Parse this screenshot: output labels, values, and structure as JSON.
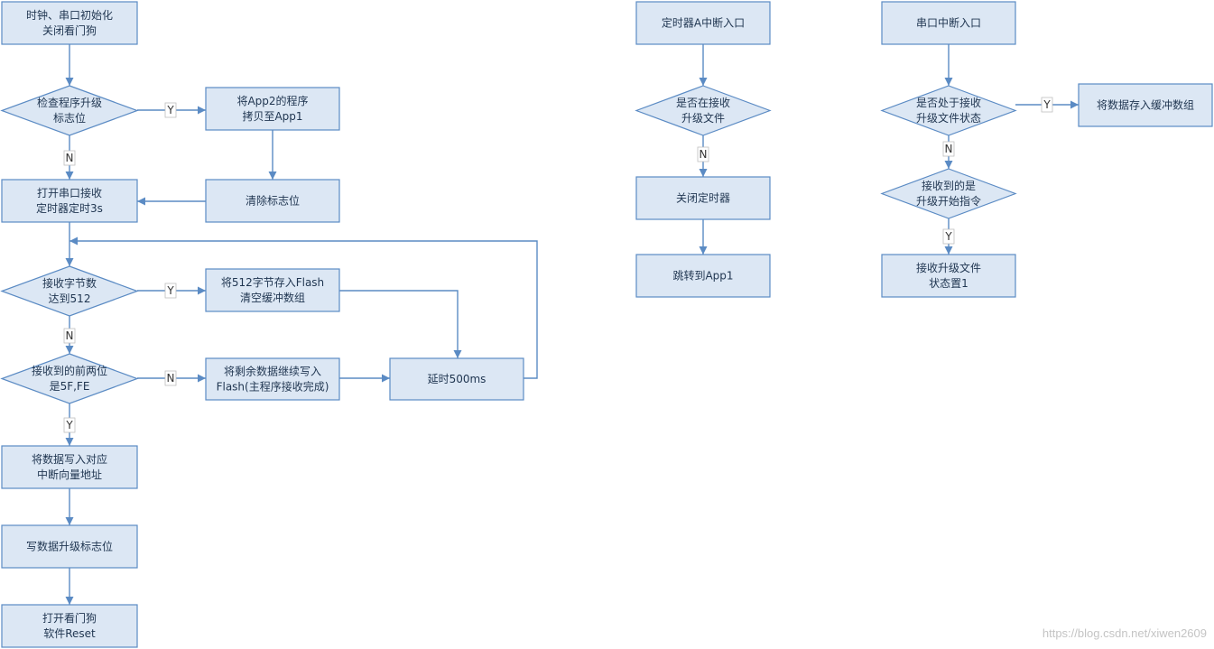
{
  "nodes": [
    {
      "id": "n1",
      "shape": "rect",
      "lines": [
        "时钟、串口初始化",
        "关闭看门狗"
      ]
    },
    {
      "id": "n2",
      "shape": "diamond",
      "lines": [
        "检查程序升级",
        "标志位"
      ]
    },
    {
      "id": "n3",
      "shape": "rect",
      "lines": [
        "将App2的程序",
        "拷贝至App1"
      ]
    },
    {
      "id": "n4",
      "shape": "rect",
      "lines": [
        "清除标志位"
      ]
    },
    {
      "id": "n5",
      "shape": "rect",
      "lines": [
        "打开串口接收",
        "定时器定时3s"
      ]
    },
    {
      "id": "n6",
      "shape": "diamond",
      "lines": [
        "接收字节数",
        "达到512"
      ]
    },
    {
      "id": "n7",
      "shape": "rect",
      "lines": [
        "将512字节存入Flash",
        "清空缓冲数组"
      ]
    },
    {
      "id": "n8",
      "shape": "diamond",
      "lines": [
        "接收到的前两位",
        "是5F,FE"
      ]
    },
    {
      "id": "n9",
      "shape": "rect",
      "lines": [
        "将剩余数据继续写入",
        "Flash(主程序接收完成)"
      ]
    },
    {
      "id": "n10",
      "shape": "rect",
      "lines": [
        "延时500ms"
      ]
    },
    {
      "id": "n11",
      "shape": "rect",
      "lines": [
        "将数据写入对应",
        "中断向量地址"
      ]
    },
    {
      "id": "n12",
      "shape": "rect",
      "lines": [
        "写数据升级标志位"
      ]
    },
    {
      "id": "n13",
      "shape": "rect",
      "lines": [
        "打开看门狗",
        "软件Reset"
      ]
    },
    {
      "id": "t1",
      "shape": "rect",
      "lines": [
        "定时器A中断入口"
      ]
    },
    {
      "id": "t2",
      "shape": "diamond",
      "lines": [
        "是否在接收",
        "升级文件"
      ]
    },
    {
      "id": "t3",
      "shape": "rect",
      "lines": [
        "关闭定时器"
      ]
    },
    {
      "id": "t4",
      "shape": "rect",
      "lines": [
        "跳转到App1"
      ]
    },
    {
      "id": "u1",
      "shape": "rect",
      "lines": [
        "串口中断入口"
      ]
    },
    {
      "id": "u2",
      "shape": "diamond",
      "lines": [
        "是否处于接收",
        "升级文件状态"
      ]
    },
    {
      "id": "u3",
      "shape": "rect",
      "lines": [
        "将数据存入缓冲数组"
      ]
    },
    {
      "id": "u4",
      "shape": "diamond",
      "lines": [
        "接收到的是",
        "升级开始指令"
      ]
    },
    {
      "id": "u5",
      "shape": "rect",
      "lines": [
        "接收升级文件",
        "状态置1"
      ]
    }
  ],
  "edges": [
    {
      "id": "e1",
      "from": "n1",
      "to": "n2",
      "label": ""
    },
    {
      "id": "e2",
      "from": "n2",
      "to": "n3",
      "label": "Y"
    },
    {
      "id": "e3",
      "from": "n2",
      "to": "n5",
      "label": "N"
    },
    {
      "id": "e4",
      "from": "n3",
      "to": "n4",
      "label": ""
    },
    {
      "id": "e5",
      "from": "n4",
      "to": "n5",
      "label": ""
    },
    {
      "id": "e6",
      "from": "n5",
      "to": "n6",
      "label": ""
    },
    {
      "id": "e7",
      "from": "n6",
      "to": "n7",
      "label": "Y"
    },
    {
      "id": "e8",
      "from": "n6",
      "to": "n8",
      "label": "N"
    },
    {
      "id": "e9",
      "from": "n7",
      "to": "n10",
      "label": ""
    },
    {
      "id": "e10",
      "from": "n8",
      "to": "n9",
      "label": "N"
    },
    {
      "id": "e11",
      "from": "n8",
      "to": "n11",
      "label": "Y"
    },
    {
      "id": "e12",
      "from": "n9",
      "to": "n10",
      "label": ""
    },
    {
      "id": "e13",
      "from": "n10",
      "to": "loop",
      "label": ""
    },
    {
      "id": "e14",
      "from": "n11",
      "to": "n12",
      "label": ""
    },
    {
      "id": "e15",
      "from": "n12",
      "to": "n13",
      "label": ""
    },
    {
      "id": "e16",
      "from": "t1",
      "to": "t2",
      "label": ""
    },
    {
      "id": "e17",
      "from": "t2",
      "to": "t3",
      "label": "N"
    },
    {
      "id": "e18",
      "from": "t3",
      "to": "t4",
      "label": ""
    },
    {
      "id": "e19",
      "from": "u1",
      "to": "u2",
      "label": ""
    },
    {
      "id": "e20",
      "from": "u2",
      "to": "u3",
      "label": "Y"
    },
    {
      "id": "e21",
      "from": "u2",
      "to": "u4",
      "label": "N"
    },
    {
      "id": "e22",
      "from": "u4",
      "to": "u5",
      "label": "Y"
    }
  ],
  "watermark": "https://blog.csdn.net/xiwen2609",
  "colors": {
    "box_fill": "#dce7f4",
    "box_stroke": "#5b8bc4",
    "edge": "#5b8bc4"
  }
}
